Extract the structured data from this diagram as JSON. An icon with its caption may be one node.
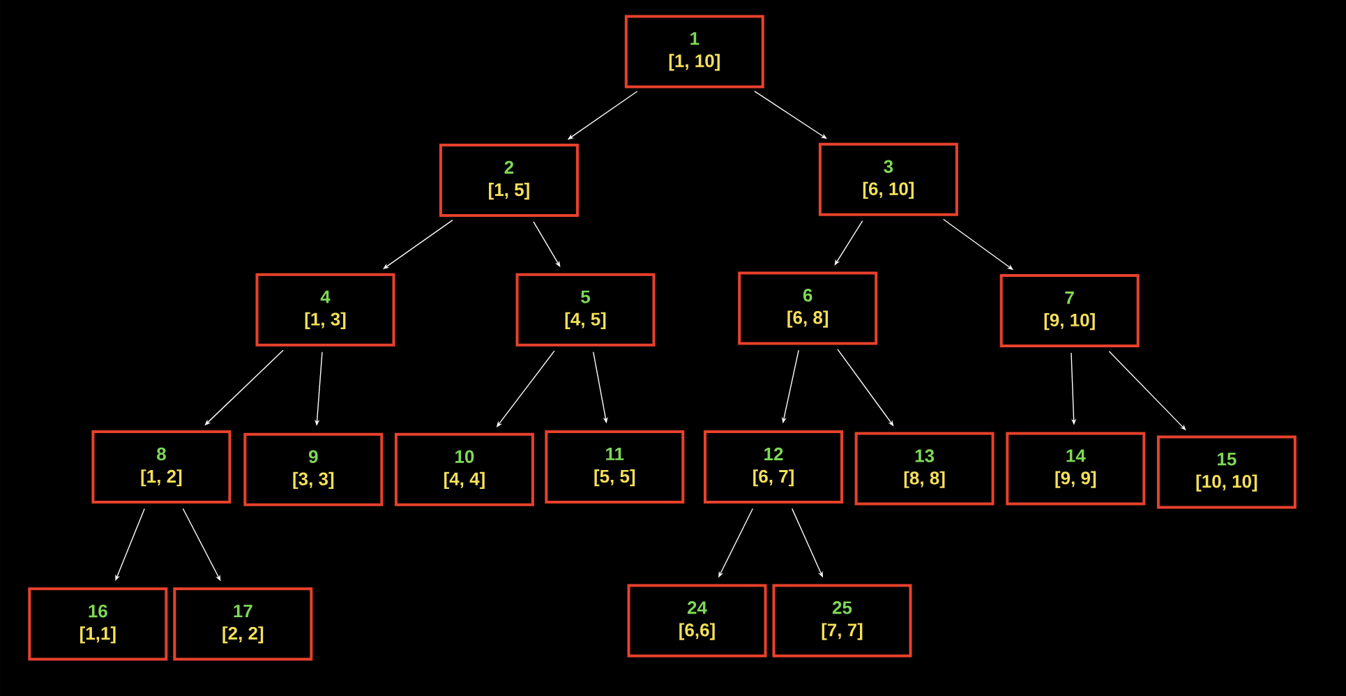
{
  "diagram": {
    "nodes": [
      {
        "text": [
          "1",
          "[1, 10]"
        ]
      },
      {
        "text": [
          "2",
          "[1, 5]"
        ]
      },
      {
        "text": [
          "3",
          "[6, 10]"
        ]
      },
      {
        "text": [
          "4",
          "[1, 3]"
        ]
      },
      {
        "text": [
          "5",
          "[4, 5]"
        ]
      },
      {
        "text": [
          "6",
          "[6, 8]"
        ]
      },
      {
        "text": [
          "7",
          "[9, 10]"
        ]
      },
      {
        "text": [
          "8",
          "[1, 2]"
        ]
      },
      {
        "text": [
          "9",
          "[3, 3]"
        ]
      },
      {
        "text": [
          "10",
          "[4, 4]"
        ]
      },
      {
        "text": [
          "11",
          "[5, 5]"
        ]
      },
      {
        "text": [
          "12",
          "[6, 7]"
        ]
      },
      {
        "text": [
          "13",
          "[8, 8]"
        ]
      },
      {
        "text": [
          "14",
          "[9, 9]"
        ]
      },
      {
        "text": [
          "15",
          "[10, 10]"
        ]
      },
      {
        "text": [
          "16",
          "[1,1]"
        ]
      },
      {
        "text": [
          "17",
          "[2, 2]"
        ]
      },
      {
        "text": [
          "24",
          "[6,6]"
        ]
      },
      {
        "text": [
          "25",
          "[7, 7]"
        ]
      }
    ],
    "edges": [
      {
        "from": 0,
        "to": 1,
        "arrow": "to"
      },
      {
        "from": 0,
        "to": 2,
        "arrow": "to"
      },
      {
        "from": 1,
        "to": 3,
        "arrow": "to"
      },
      {
        "from": 1,
        "to": 4,
        "arrow": "to"
      },
      {
        "from": 2,
        "to": 5,
        "arrow": "to"
      },
      {
        "from": 2,
        "to": 6,
        "arrow": "to"
      },
      {
        "from": 3,
        "to": 7,
        "arrow": "to"
      },
      {
        "from": 3,
        "to": 8,
        "arrow": "to"
      },
      {
        "from": 4,
        "to": 9,
        "arrow": "to"
      },
      {
        "from": 4,
        "to": 10,
        "arrow": "to"
      },
      {
        "from": 5,
        "to": 11,
        "arrow": "to"
      },
      {
        "from": 5,
        "to": 12,
        "arrow": "to"
      },
      {
        "from": 6,
        "to": 13,
        "arrow": "to"
      },
      {
        "from": 6,
        "to": 14,
        "arrow": "to"
      },
      {
        "from": 7,
        "to": 15,
        "arrow": "to"
      },
      {
        "from": 7,
        "to": 16,
        "arrow": "to"
      },
      {
        "from": 11,
        "to": 17,
        "arrow": "to"
      },
      {
        "from": 11,
        "to": 18,
        "arrow": "to"
      }
    ]
  }
}
